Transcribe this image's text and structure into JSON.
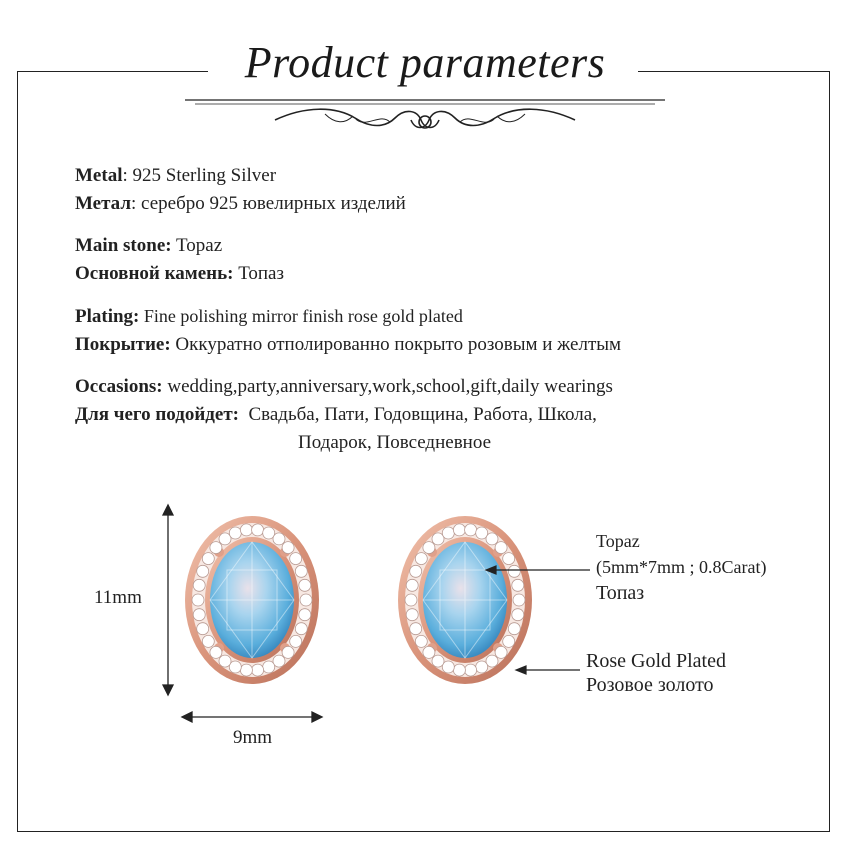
{
  "title": "Product parameters",
  "params": {
    "metal": {
      "label_en": "Metal",
      "value_en": ": 925 Sterling Silver",
      "label_ru": "Метал",
      "value_ru": ": серебро 925 ювелирных изделий"
    },
    "stone": {
      "label_en": "Main stone:",
      "value_en": " Topaz",
      "label_ru": "Основной камень:",
      "value_ru": " Топаз"
    },
    "plating": {
      "label_en": "Plating:",
      "value_en": " Fine polishing mirror finish rose gold plated",
      "label_ru": "Покрытие:",
      "value_ru": " Оккуратно отполированно  покрыто розовым и желтым"
    },
    "occasions": {
      "label_en": "Occasions:",
      "value_en": " wedding,party,anniversary,work,school,gift,daily wearings",
      "label_ru": "Для чего подойдет:",
      "value_ru": "  Свадьба, Пати, Годовщина, Работа, Школа,",
      "value_ru_2": "Подарок, Повседневное"
    }
  },
  "dimensions": {
    "height": "11mm",
    "width": "9mm"
  },
  "stone_info": {
    "name_en": "Topaz",
    "size": "(5mm*7mm ; 0.8Carat)",
    "name_ru": "Топаз"
  },
  "plating_info": {
    "en": "Rose Gold Plated",
    "ru": "Розовое золото"
  },
  "colors": {
    "frame": "#222222",
    "topaz": "#5fb0dc",
    "rose_gold": "#d99a82"
  }
}
